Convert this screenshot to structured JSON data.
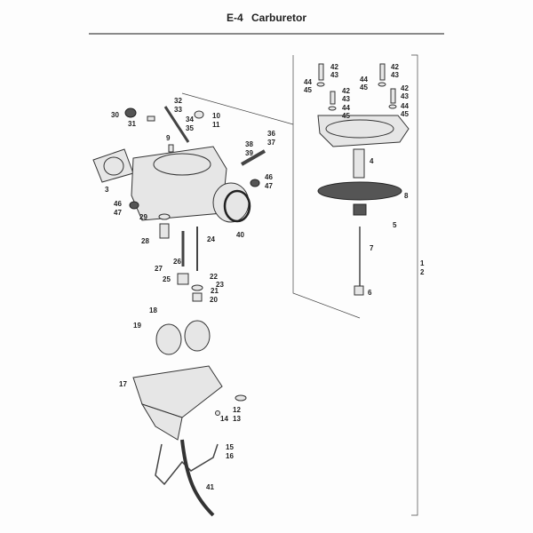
{
  "title": {
    "code": "E-4",
    "name": "Carburetor"
  },
  "labels": {
    "l42a": "42",
    "l43a": "43",
    "l44a": "44",
    "l45a": "45",
    "l42b": "42",
    "l43b": "43",
    "l44b": "44",
    "l45b": "45",
    "l42c": "42",
    "l43c": "43",
    "l44c": "44",
    "l45c": "45",
    "l42d": "42",
    "l43d": "43",
    "l44d": "44",
    "l45d": "45",
    "l4": "4",
    "l8": "8",
    "l5": "5",
    "l7": "7",
    "l6": "6",
    "l1": "1",
    "l2": "2",
    "l32": "32",
    "l33": "33",
    "l34": "34",
    "l35": "35",
    "l10": "10",
    "l11": "11",
    "l30": "30",
    "l31": "31",
    "l9": "9",
    "l36": "36",
    "l37": "37",
    "l38": "38",
    "l39": "39",
    "l46a": "46",
    "l47a": "47",
    "l3": "3",
    "l46b": "46",
    "l47b": "47",
    "l29": "29",
    "l40": "40",
    "l28": "28",
    "l24": "24",
    "l26": "26",
    "l27": "27",
    "l25": "25",
    "l22": "22",
    "l23": "23",
    "l21": "21",
    "l20": "20",
    "l18": "18",
    "l19": "19",
    "l17": "17",
    "l12": "12",
    "l13": "13",
    "l14": "14",
    "l15": "15",
    "l16": "16",
    "l41": "41"
  }
}
